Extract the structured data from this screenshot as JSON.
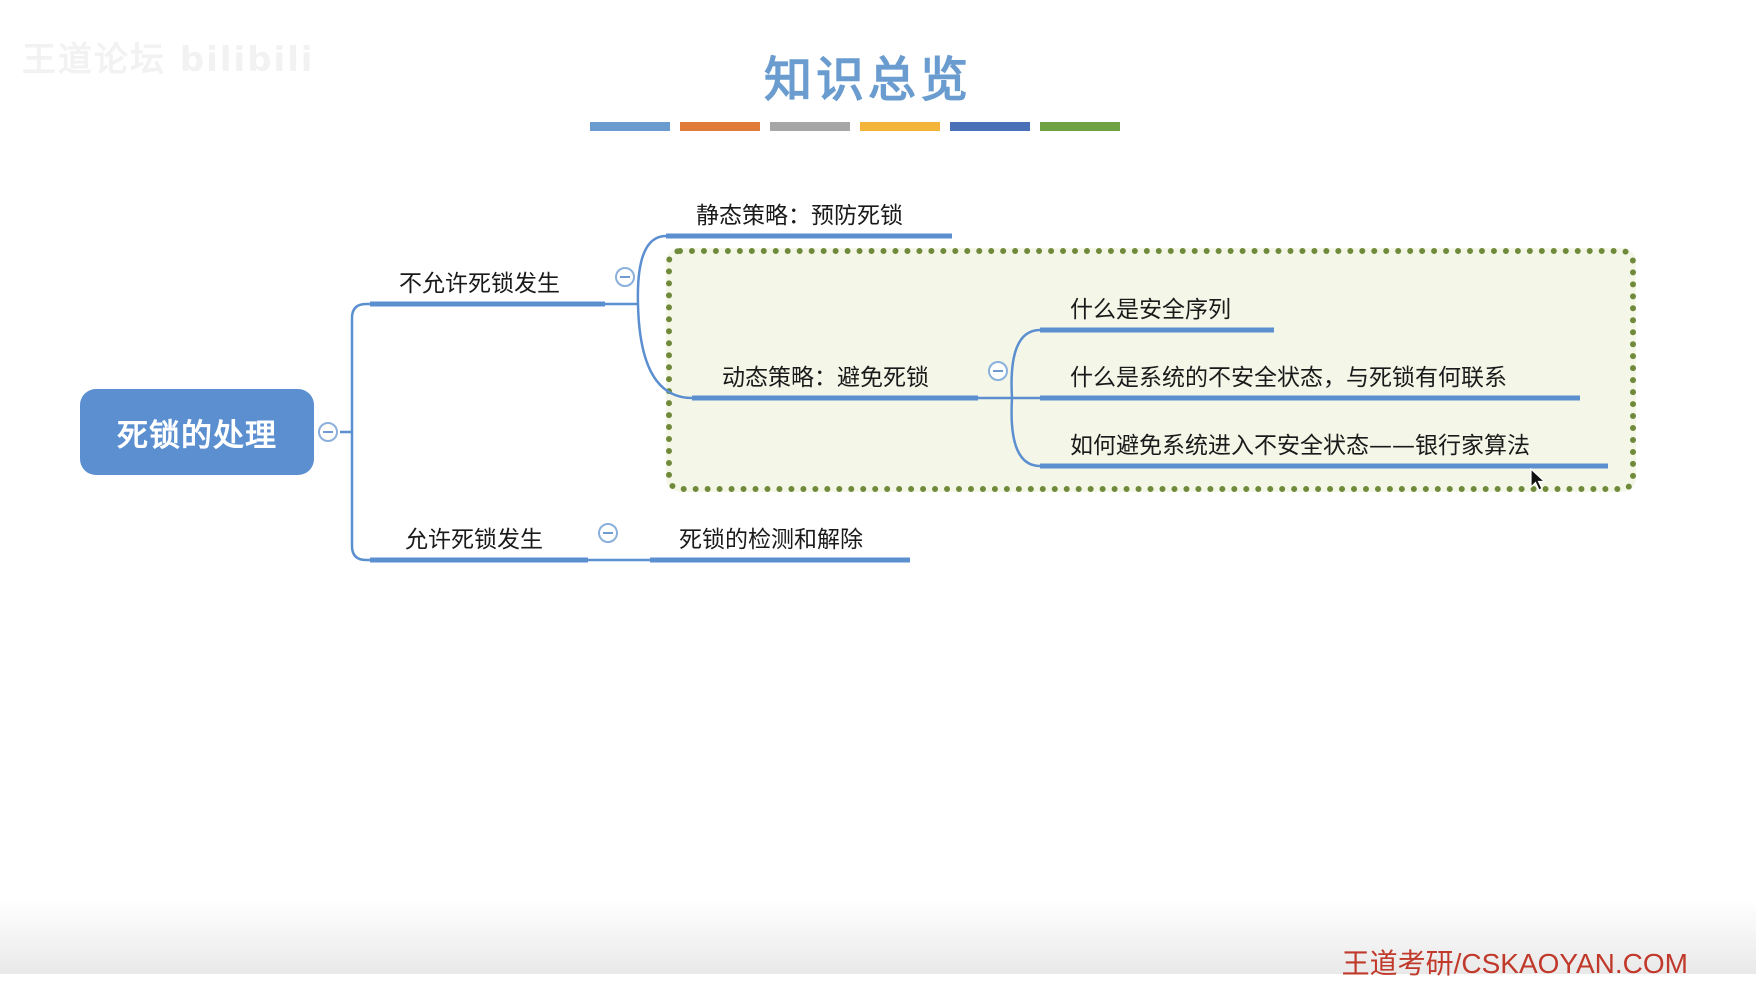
{
  "header": {
    "watermark": "王道论坛 bilibili",
    "title": "知识总览",
    "color_bars": [
      "#6a9ccf",
      "#e07b3a",
      "#a6a6a6",
      "#f2b53a",
      "#4a70b8",
      "#6ea242"
    ]
  },
  "mindmap": {
    "root": "死锁的处理",
    "branches": {
      "disallow": "不允许死锁发生",
      "static": "静态策略：预防死锁",
      "dynamic": "动态策略：避免死锁",
      "safe_seq": "什么是安全序列",
      "unsafe_state": "什么是系统的不安全状态，与死锁有何联系",
      "avoid_unsafe": "如何避免系统进入不安全状态——银行家算法",
      "allow": "允许死锁发生",
      "detect": "死锁的检测和解除"
    }
  },
  "colors": {
    "line": "#5b8fd0",
    "root_fill": "#5b8fd0",
    "frame": "#6f8a3a",
    "brand": "#c0392b"
  },
  "footer": {
    "brand": "王道考研/CSKAOYAN.COM"
  }
}
